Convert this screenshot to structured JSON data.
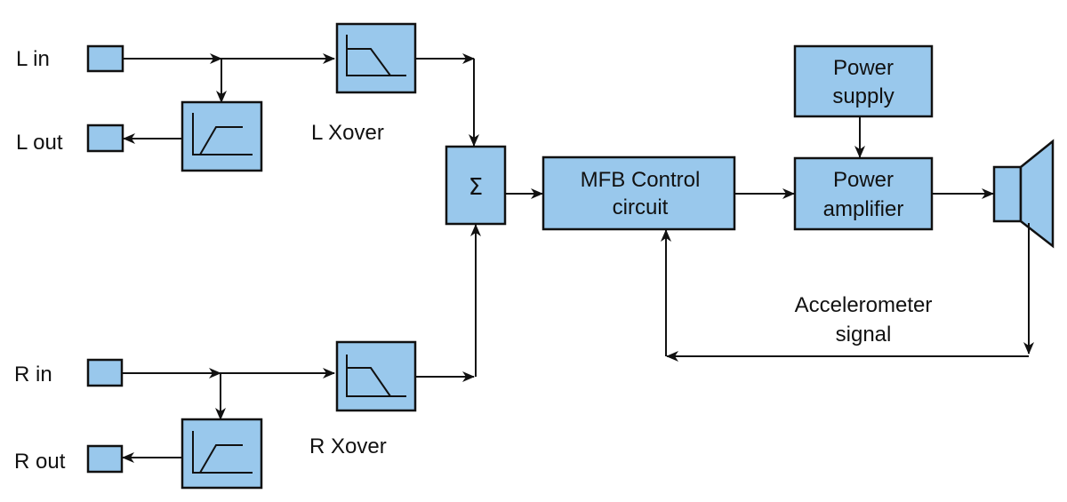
{
  "diagram": {
    "title": "MFB subwoofer system block diagram",
    "colors": {
      "block_fill": "#99c8ec",
      "stroke": "#111111",
      "background": "#ffffff"
    },
    "ports": {
      "l_in": "L in",
      "l_out": "L out",
      "r_in": "R in",
      "r_out": "R out"
    },
    "crossovers": {
      "left": "L Xover",
      "right": "R Xover"
    },
    "filters": {
      "lowpass": "low-pass-filter",
      "highpass": "high-pass-filter"
    },
    "summer": {
      "symbol": "Σ"
    },
    "mfb_control": {
      "line1": "MFB Control",
      "line2": "circuit"
    },
    "power_supply": {
      "line1": "Power",
      "line2": "supply"
    },
    "power_amplifier": {
      "line1": "Power",
      "line2": "amplifier"
    },
    "speaker": "speaker-icon",
    "feedback": {
      "line1": "Accelerometer",
      "line2": "signal"
    }
  }
}
